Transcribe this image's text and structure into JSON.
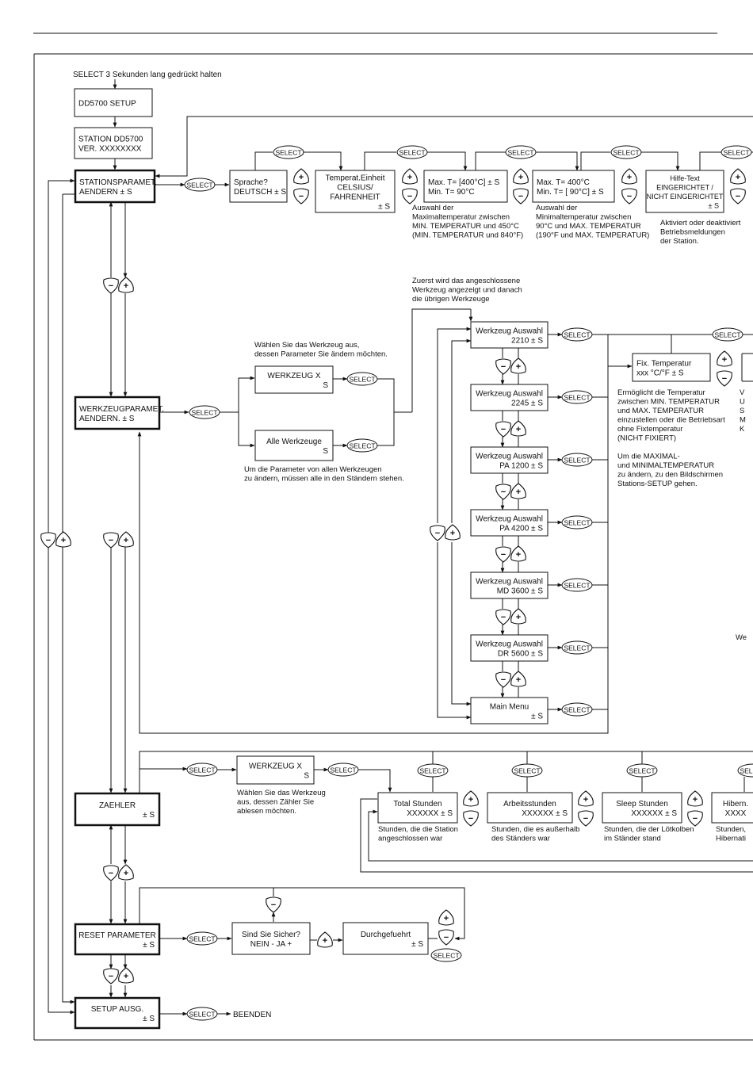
{
  "intro": "SELECT 3 Sekunden lang gedrückt halten",
  "btn": {
    "select": "SELECT",
    "plus": "+",
    "minus": "−"
  },
  "boxes": {
    "setup": [
      "DD5700 SETUP"
    ],
    "station_ver": [
      "STATION DD5700",
      "VER.  XXXXXXXX"
    ],
    "stationsparamet": [
      "STATIONSPARAMET.",
      "AENDERN          ± S"
    ],
    "sprache": [
      "Sprache?",
      "DEUTSCH ± S"
    ],
    "temp_einheit": [
      "Temperat.Einheit",
      "CELSIUS/",
      "FAHRENHEIT",
      "± S"
    ],
    "max_t": [
      "Max. T= [400°C]  ±  S",
      "Min. T=      90°C"
    ],
    "min_t": [
      "Max. T=  400°C",
      "Min. T=  [  90°C]  ±  S"
    ],
    "hilfe": [
      "Hilfe-Text",
      "EINGERICHTET /",
      "NICHT EINGERICHTET",
      "± S"
    ],
    "werkzeugparamet": [
      "WERKZEUGPARAMET.",
      "AENDERN.      ± S"
    ],
    "werkzeug_x": [
      "WERKZEUG X",
      "S"
    ],
    "alle_werkzeuge": [
      "Alle Werkzeuge",
      "S"
    ],
    "tools": [
      [
        "Werkzeug Auswahl",
        "2210  ±  S"
      ],
      [
        "Werkzeug Auswahl",
        "2245  ±  S"
      ],
      [
        "Werkzeug Auswahl",
        "PA 1200 ±  S"
      ],
      [
        "Werkzeug Auswahl",
        "PA 4200 ±  S"
      ],
      [
        "Werkzeug Auswahl",
        "MD 3600 ±  S"
      ],
      [
        "Werkzeug Auswahl",
        "DR 5600 ±  S"
      ]
    ],
    "main_menu": [
      "Main Menu",
      "±  S"
    ],
    "fix_temp": [
      "Fix. Temperatur",
      "xxx °C/°F      ±  S"
    ],
    "zaehler": [
      "ZAEHLER",
      "± S"
    ],
    "werkzeug_x2": [
      "WERKZEUG X",
      "S"
    ],
    "total": [
      "Total Stunden",
      "XXXXXX     ±  S"
    ],
    "arbeit": [
      "Arbeitsstunden",
      "XXXXXX     ±  S"
    ],
    "sleep": [
      "Sleep Stunden",
      "XXXXXX     ±  S"
    ],
    "hibern": [
      "Hibern.",
      "XXXX"
    ],
    "reset": [
      "RESET PARAMETER",
      "± S"
    ],
    "sicher": [
      "Sind Sie Sicher?",
      "NEIN -   JA +"
    ],
    "durch": [
      "Durchgefuehrt",
      "±  S"
    ],
    "setup_ausg": [
      "SETUP AUSG.",
      "± S"
    ]
  },
  "notes": {
    "max_t": [
      "Auswahl der",
      "Maximaltemperatur zwischen",
      "MIN. TEMPERATUR und 450°C",
      "(MIN. TEMPERATUR und 840°F)"
    ],
    "min_t": [
      "Auswahl der",
      "Minimaltemperatur zwischen",
      "90°C und MAX. TEMPERATUR",
      "(190°F und MAX. TEMPERATUR)"
    ],
    "hilfe": [
      "Aktiviert oder deaktiviert",
      "Betriebsmeldungen",
      "der Station."
    ],
    "zuerst": [
      "Zuerst wird das angeschlossene",
      "Werkzeug angezeigt und danach",
      "die übrigen Werkzeuge"
    ],
    "waehlen": [
      "Wählen Sie das Werkzeug aus,",
      "dessen Parameter Sie ändern möchten."
    ],
    "alle": [
      "Um die Parameter von allen Werkzeugen",
      "zu ändern, müssen alle in den Ständern stehen."
    ],
    "fix": [
      "Ermöglicht die Temperatur",
      "zwischen MIN. TEMPERATUR",
      "und MAX. TEMPERATUR",
      "einzustellen oder die Betriebsart",
      "ohne Fixtemperatur",
      "(NICHT FIXIERT)",
      "",
      "Um die MAXIMAL-",
      "und MINIMALTEMPERATUR",
      "zu ändern, zu den Bildschirmen",
      "Stations-SETUP gehen."
    ],
    "zaehler": [
      "Wählen Sie das Werkzeug",
      "aus, dessen Zähler Sie",
      "ablesen möchten."
    ],
    "total": [
      "Stunden, die die Station",
      "angeschlossen war"
    ],
    "arbeit": [
      "Stunden, die es außerhalb",
      "des Ständers war"
    ],
    "sleep": [
      "Stunden, die der Lötkolben",
      "im Ständer stand"
    ],
    "hibern": [
      "Stunden,",
      "Hibernati"
    ],
    "cut_right": [
      "V",
      "U",
      "S",
      "M",
      "K"
    ],
    "we": "We",
    "beenden": "BEENDEN"
  }
}
